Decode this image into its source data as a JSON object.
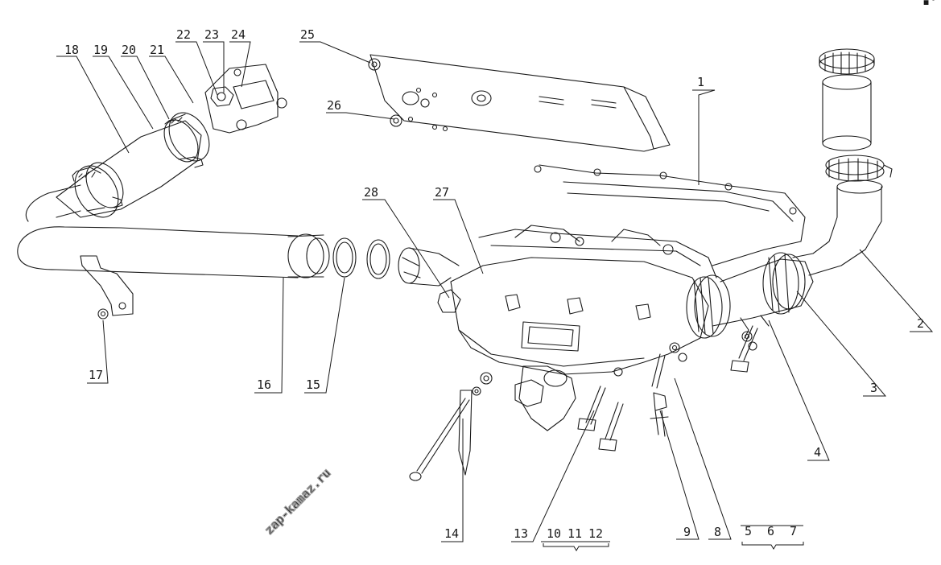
{
  "watermark": "zap-kamaz.ru",
  "corner_mark": "▪° ▪▪▪",
  "colors": {
    "line": "#1a1a1a",
    "watermark": "#9a9a9a"
  },
  "callouts": [
    {
      "id": "c1",
      "text": "1"
    },
    {
      "id": "c2",
      "text": "2"
    },
    {
      "id": "c3",
      "text": "3"
    },
    {
      "id": "c4",
      "text": "4"
    },
    {
      "id": "c5",
      "text": "5"
    },
    {
      "id": "c6",
      "text": "6"
    },
    {
      "id": "c7",
      "text": "7"
    },
    {
      "id": "c8",
      "text": "8"
    },
    {
      "id": "c9",
      "text": "9"
    },
    {
      "id": "c10",
      "text": "10"
    },
    {
      "id": "c11",
      "text": "11"
    },
    {
      "id": "c12",
      "text": "12"
    },
    {
      "id": "c13",
      "text": "13"
    },
    {
      "id": "c14",
      "text": "14"
    },
    {
      "id": "c15",
      "text": "15"
    },
    {
      "id": "c16",
      "text": "16"
    },
    {
      "id": "c17",
      "text": "17"
    },
    {
      "id": "c18",
      "text": "18"
    },
    {
      "id": "c19",
      "text": "19"
    },
    {
      "id": "c20",
      "text": "20"
    },
    {
      "id": "c21",
      "text": "21"
    },
    {
      "id": "c22",
      "text": "22"
    },
    {
      "id": "c23",
      "text": "23"
    },
    {
      "id": "c24",
      "text": "24"
    },
    {
      "id": "c25",
      "text": "25"
    },
    {
      "id": "c26",
      "text": "26"
    },
    {
      "id": "c27",
      "text": "27"
    },
    {
      "id": "c28",
      "text": "28"
    }
  ]
}
